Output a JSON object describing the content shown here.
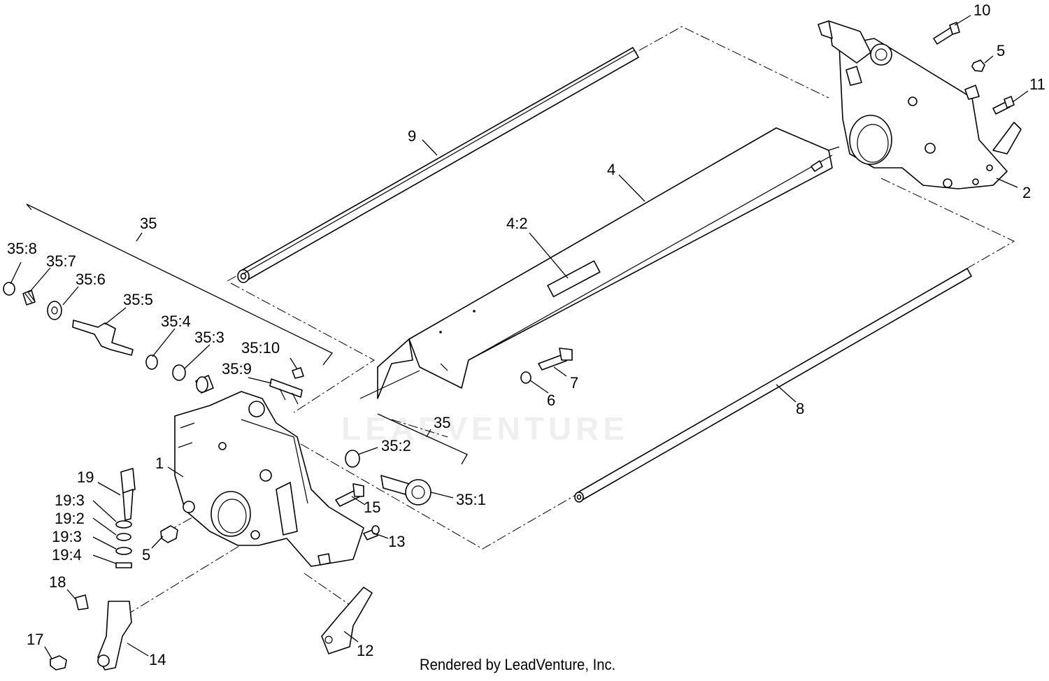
{
  "diagram": {
    "labels": {
      "l10": "10",
      "l5a": "5",
      "l11": "11",
      "l2": "2",
      "l9": "9",
      "l4": "4",
      "l42": "4:2",
      "l35a": "35",
      "l358": "35:8",
      "l357": "35:7",
      "l356": "35:6",
      "l355": "35:5",
      "l354": "35:4",
      "l353": "35:3",
      "l3510": "35:10",
      "l359": "35:9",
      "l7": "7",
      "l6": "6",
      "l8": "8",
      "l35b": "35",
      "l352": "35:2",
      "l351": "35:1",
      "l1": "1",
      "l19": "19",
      "l193a": "19:3",
      "l192": "19:2",
      "l193b": "19:3",
      "l194": "19:4",
      "l5b": "5",
      "l15": "15",
      "l13": "13",
      "l18": "18",
      "l17": "17",
      "l14": "14",
      "l12": "12"
    },
    "footer": "Rendered by LeadVenture, Inc.",
    "watermark": "LEADVENTURE"
  }
}
